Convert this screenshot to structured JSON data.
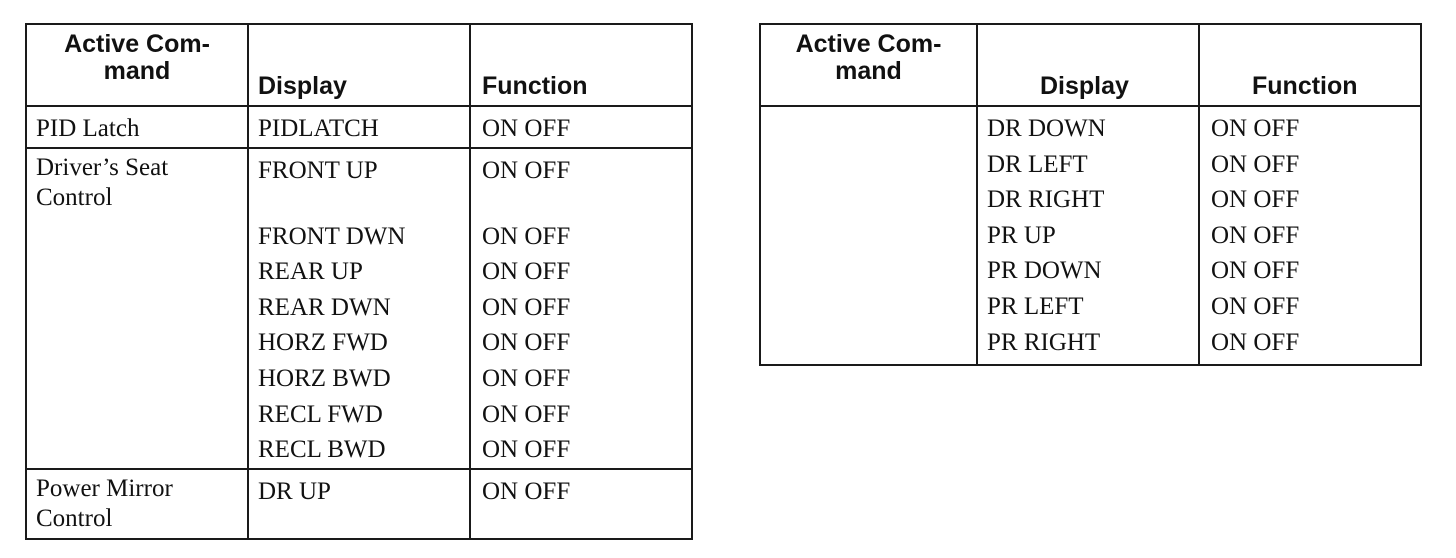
{
  "headers": {
    "command": "Active Com-\nmand",
    "command_line1": "Active Com-",
    "command_line2": "mand",
    "display": "Display",
    "function": "Function"
  },
  "left_table": [
    {
      "command": [
        "PID Latch"
      ],
      "rows": [
        {
          "display": "PIDLATCH",
          "function": "ON OFF"
        }
      ]
    },
    {
      "command": [
        "Driver’s Seat",
        "Control"
      ],
      "rows": [
        {
          "display": "FRONT UP",
          "function": "ON OFF"
        },
        {
          "display": "",
          "function": ""
        },
        {
          "display": "FRONT DWN",
          "function": "ON OFF"
        },
        {
          "display": "REAR UP",
          "function": "ON OFF"
        },
        {
          "display": "REAR DWN",
          "function": "ON OFF"
        },
        {
          "display": "HORZ FWD",
          "function": "ON OFF"
        },
        {
          "display": "HORZ BWD",
          "function": "ON OFF"
        },
        {
          "display": "RECL FWD",
          "function": "ON OFF"
        },
        {
          "display": "RECL BWD",
          "function": "ON OFF"
        }
      ]
    },
    {
      "command": [
        "Power Mirror",
        "Control"
      ],
      "rows": [
        {
          "display": "DR UP",
          "function": "ON OFF"
        }
      ]
    }
  ],
  "right_table": [
    {
      "command": [],
      "rows": [
        {
          "display": "DR DOWN",
          "function": "ON OFF"
        },
        {
          "display": "DR LEFT",
          "function": "ON OFF"
        },
        {
          "display": "DR RIGHT",
          "function": "ON OFF"
        },
        {
          "display": "PR UP",
          "function": "ON OFF"
        },
        {
          "display": "PR DOWN",
          "function": "ON OFF"
        },
        {
          "display": "PR LEFT",
          "function": "ON OFF"
        },
        {
          "display": "PR RIGHT",
          "function": "ON OFF"
        }
      ]
    }
  ]
}
